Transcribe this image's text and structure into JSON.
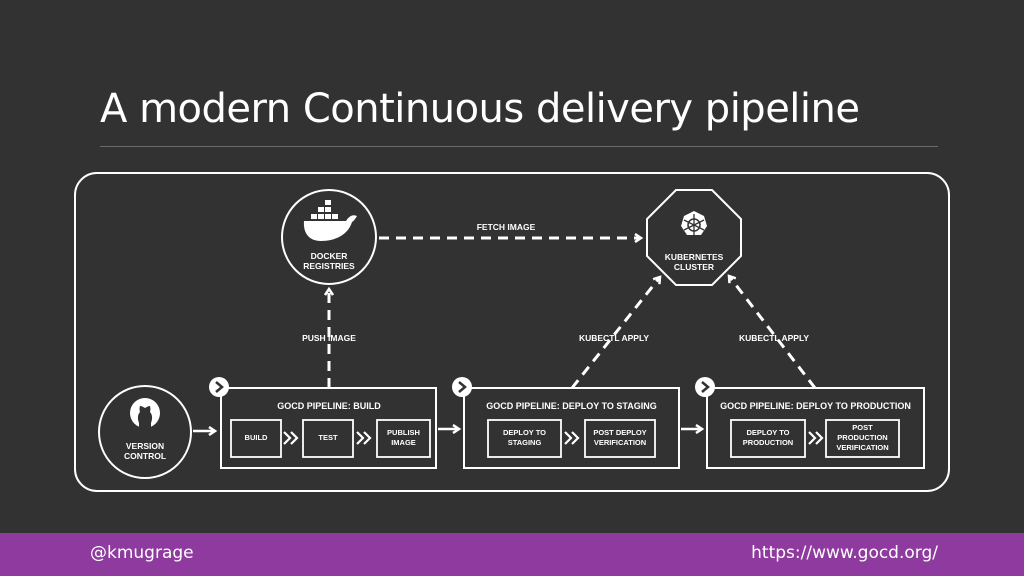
{
  "slide": {
    "title": "A modern Continuous delivery pipeline"
  },
  "nodes": {
    "docker": [
      "DOCKER",
      "REGISTRIES"
    ],
    "kubernetes": [
      "KUBERNETES",
      "CLUSTER"
    ],
    "vcs": [
      "VERSION",
      "CONTROL"
    ]
  },
  "edges": {
    "fetch": "FETCH IMAGE",
    "push": "PUSH IMAGE",
    "apply_staging": "KUBECTL APPLY",
    "apply_production": "KUBECTL APPLY"
  },
  "pipelines": [
    {
      "title": "GoCD PIPELINE: BUILD",
      "stages": [
        [
          "BUILD"
        ],
        [
          "TEST"
        ],
        [
          "PUBLISH",
          "IMAGE"
        ]
      ]
    },
    {
      "title": "GoCD PIPELINE: DEPLOY TO STAGING",
      "stages": [
        [
          "DEPLOY TO",
          "STAGING"
        ],
        [
          "POST DEPLOY",
          "VERIFICATION"
        ]
      ]
    },
    {
      "title": "GoCD PIPELINE: DEPLOY TO PRODUCTION",
      "stages": [
        [
          "DEPLOY TO",
          "PRODUCTION"
        ],
        [
          "POST",
          "PRODUCTION",
          "VERIFICATION"
        ]
      ]
    }
  ],
  "footer": {
    "handle": "@kmugrage",
    "url": "https://www.gocd.org/"
  },
  "colors": {
    "background": "#323233",
    "footer": "#8e3a9e",
    "stroke": "#ffffff"
  },
  "icons": {
    "docker": "docker-whale-icon",
    "kubernetes": "helm-wheel-icon",
    "vcs": "github-octocat-icon",
    "gocd": "gocd-play-icon"
  }
}
